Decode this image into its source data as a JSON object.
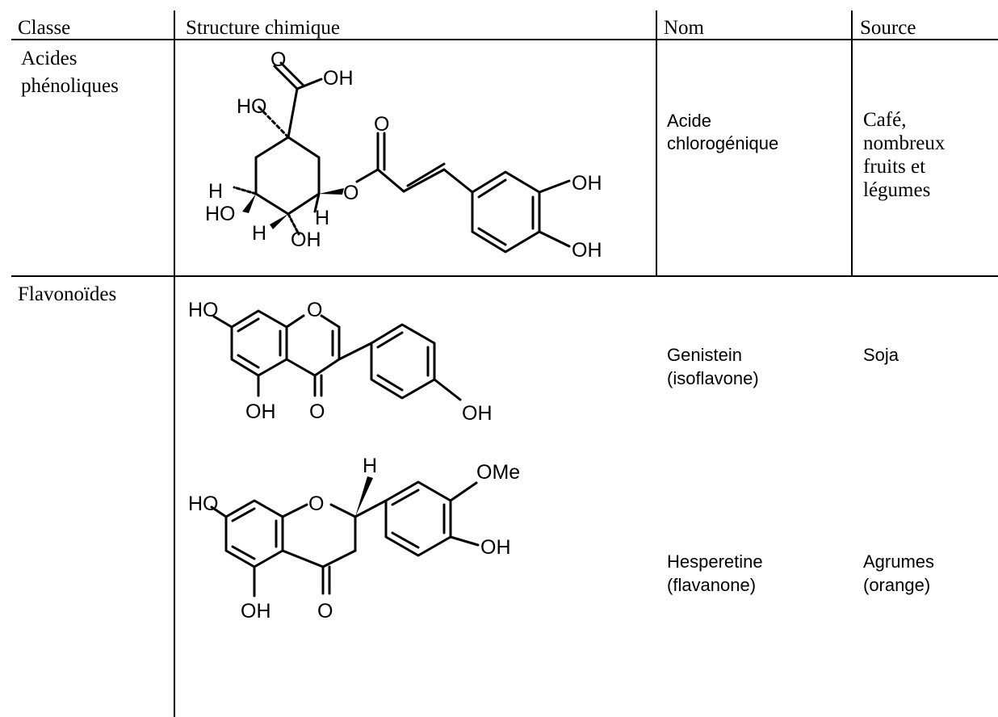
{
  "headers": {
    "classe": "Classe",
    "structure": "Structure chimique",
    "nom": "Nom",
    "source": "Source"
  },
  "rows": [
    {
      "classe": [
        "Acides",
        "phénoliques"
      ],
      "nom": [
        "Acide",
        "chlorogénique"
      ],
      "source": [
        "Café,",
        "nombreux",
        "fruits et",
        "légumes"
      ]
    },
    {
      "classe": [
        "Flavonoïdes"
      ],
      "compounds": [
        {
          "nom": [
            "Genistein",
            "(isoflavone)"
          ],
          "source": [
            "Soja"
          ]
        },
        {
          "nom": [
            "Hesperetine",
            "(flavanone)"
          ],
          "source": [
            "Agrumes",
            "(orange)"
          ]
        }
      ]
    }
  ],
  "atom_labels": {
    "O": "O",
    "OH": "OH",
    "HO": "HO",
    "H": "H",
    "OMe": "OMe"
  }
}
